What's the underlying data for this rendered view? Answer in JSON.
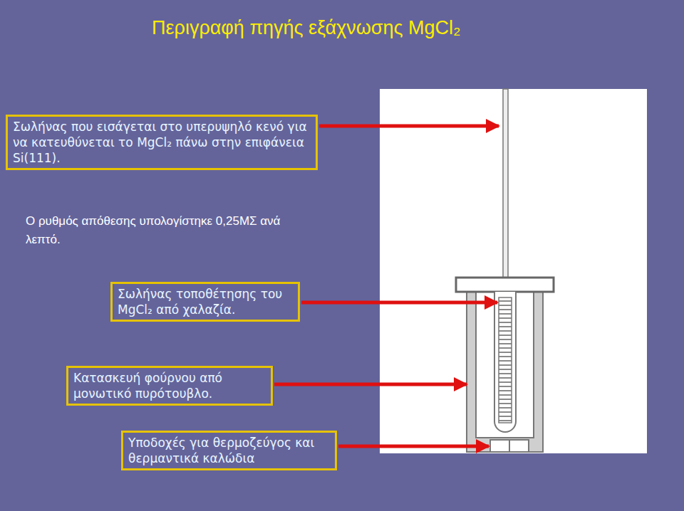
{
  "diagram": {
    "title": "Περιγραφή πηγής εξάχνωσης MgCl₂",
    "nodes": [
      {
        "text": [
          "Σωλήνας που εισάγεται στο υπερυψηλό κενό για να κατευθύνεται το MgCl₂ πάνω στην επιφάνεια Si(111)."
        ]
      },
      {
        "text": [
          "Σωλήνας τοποθέτησης του MgCl₂ από χαλαζία."
        ]
      },
      {
        "text": [
          "Κατασκευή φούρνου από μονωτικό πυρότουβλο."
        ]
      },
      {
        "text": [
          "Υποδοχές για θερμοζεύγος και θερμαντικά καλώδια"
        ]
      }
    ],
    "labels": [
      "Ο ρυθμός απόθεσης υπολογίστηκε 0,25ΜΣ ανά λεπτό."
    ]
  }
}
